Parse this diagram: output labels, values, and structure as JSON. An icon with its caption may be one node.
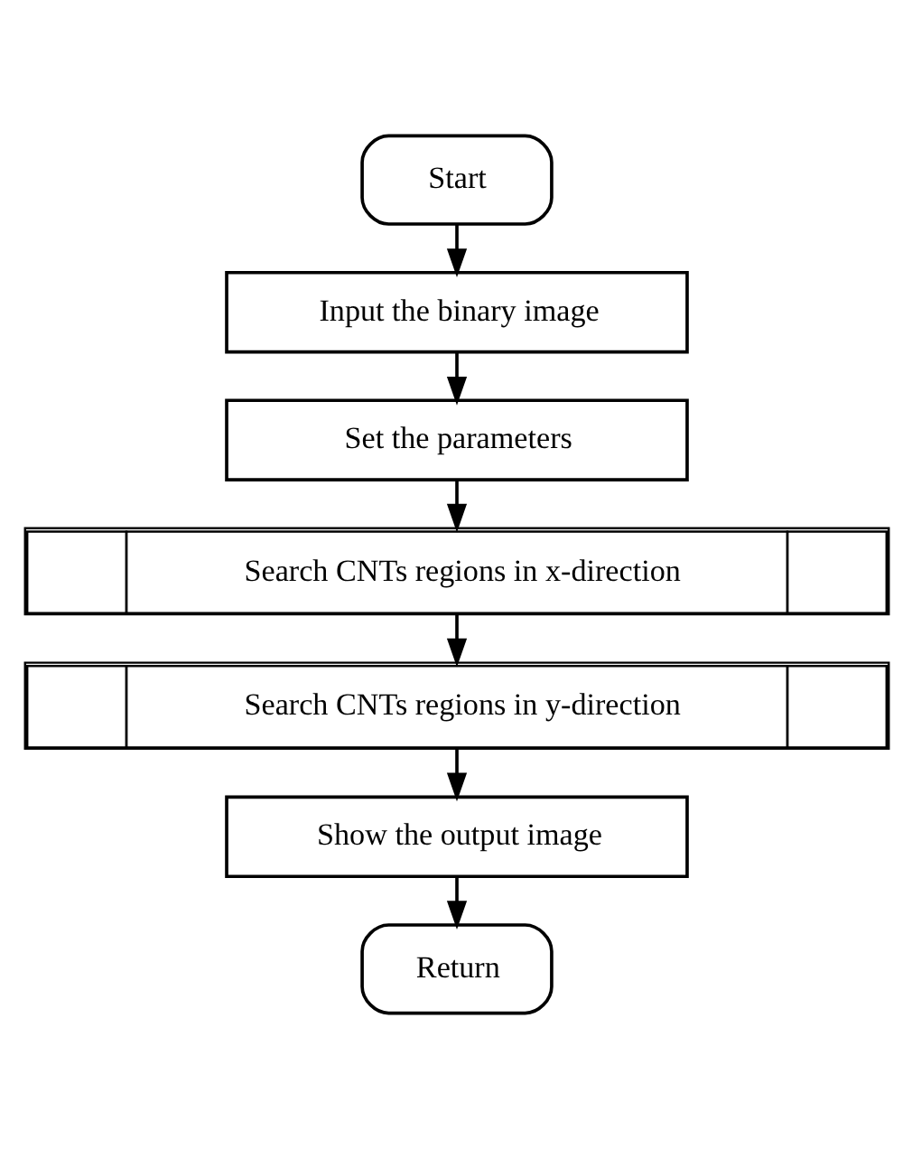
{
  "diagram": {
    "nodes": [
      {
        "text": [
          "Start"
        ]
      },
      {
        "text": [
          "Input the binary image"
        ]
      },
      {
        "text": [
          "Set the parameters"
        ]
      },
      {
        "text": [
          "Search CNTs regions in x-direction"
        ]
      },
      {
        "text": [
          "Search CNTs regions in y-direction"
        ]
      },
      {
        "text": [
          "Show the output image"
        ]
      },
      {
        "text": [
          "Return"
        ]
      }
    ],
    "edges": [
      {
        "from": 0,
        "to": 1,
        "arrow": "to"
      },
      {
        "from": 1,
        "to": 2,
        "arrow": "to"
      },
      {
        "from": 2,
        "to": 3,
        "arrow": "to"
      },
      {
        "from": 3,
        "to": 4,
        "arrow": "to"
      },
      {
        "from": 4,
        "to": 5,
        "arrow": "to"
      },
      {
        "from": 5,
        "to": 6,
        "arrow": "to"
      }
    ]
  }
}
